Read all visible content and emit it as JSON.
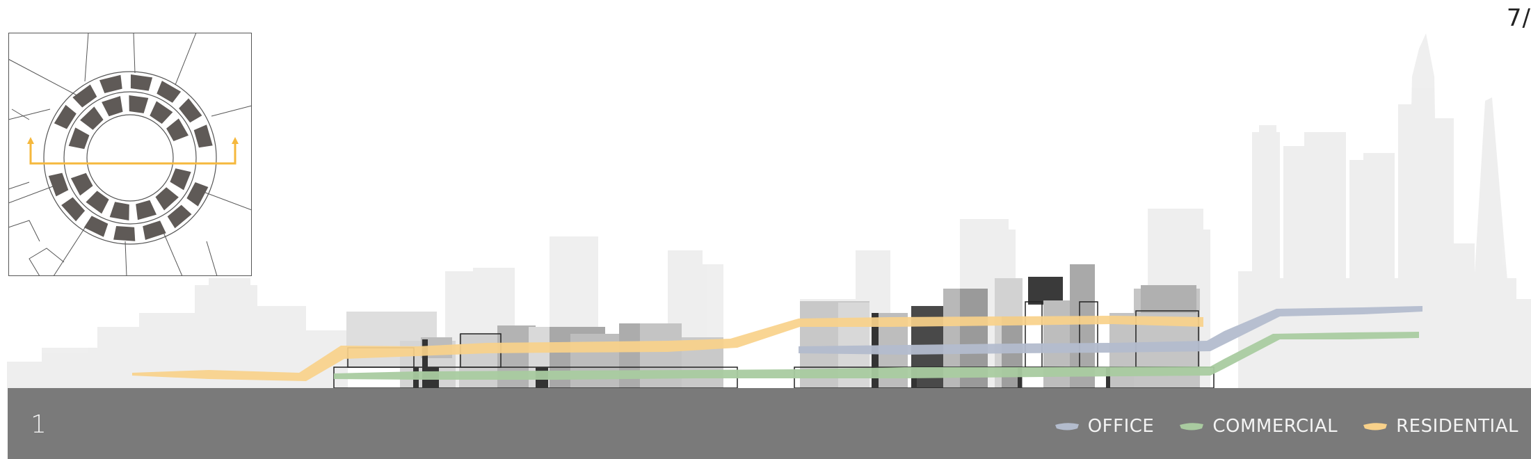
{
  "page_number": "7/",
  "section_number": "1",
  "legend": [
    {
      "label": "OFFICE",
      "color": "#b3bccd",
      "icon": "office-swatch-icon"
    },
    {
      "label": "COMMERCIAL",
      "color": "#a9cba0",
      "icon": "commercial-swatch-icon"
    },
    {
      "label": "RESIDENTIAL",
      "color": "#f8d18a",
      "icon": "residential-swatch-icon"
    }
  ],
  "colors": {
    "residential": "#f8d18a",
    "office": "#b3bccd",
    "commercial": "#a9cba0",
    "section_cut": "#f5b83d",
    "building_dark": "#5f5a57",
    "ground": "#7a7a7a",
    "skyline": "#ededed"
  }
}
